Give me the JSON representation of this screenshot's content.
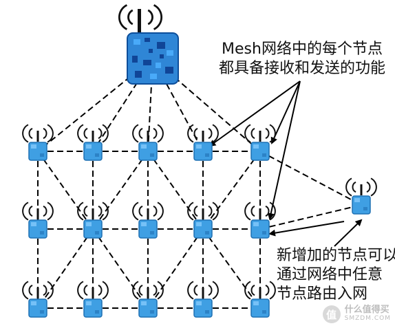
{
  "labels": {
    "top_line1": "Mesh网络中的每个节点",
    "top_line2": "都具备接收和发送的功能",
    "bottom_line1": "新增加的节点可以",
    "bottom_line2": "通过网络中任意",
    "bottom_line3": "节点路由入网"
  },
  "watermark": {
    "icon": "值",
    "text": "什么值得买",
    "url": "SMZDM.COM"
  },
  "colors": {
    "node": "#3f9fe3",
    "node_dark": "#1f70b3",
    "gateway": "#2f86d6",
    "gateway_pixel": "#0b3a8c",
    "line": "#000000"
  },
  "icons": [
    "wifi-signal-icon",
    "antenna-icon"
  ]
}
